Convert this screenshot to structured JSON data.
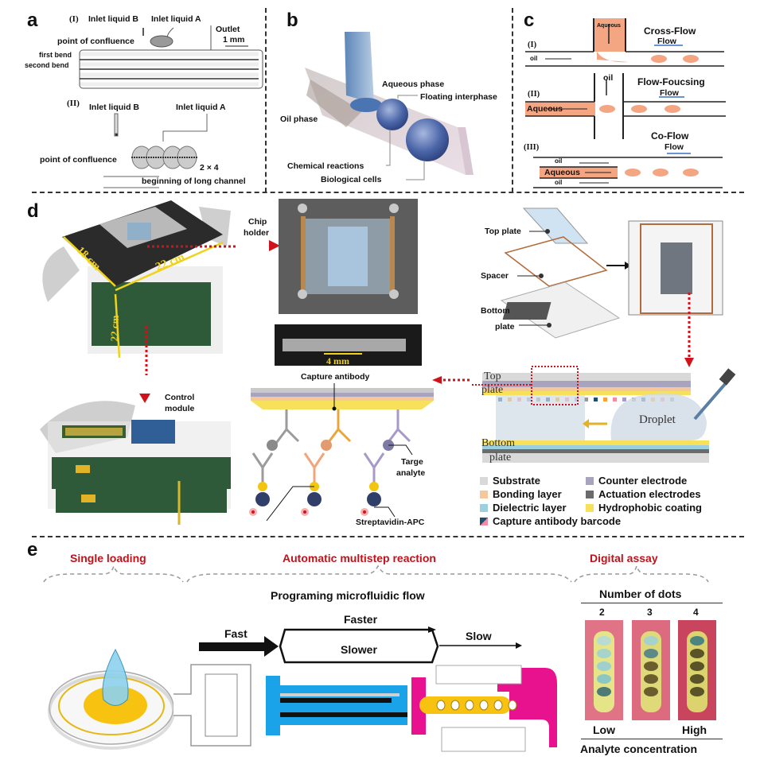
{
  "figure": {
    "panels": {
      "a": {
        "letter": "a",
        "part1": {
          "numeral": "(I)",
          "inlet_b": "Inlet liquid B",
          "inlet_a": "Inlet liquid A",
          "outlet": "Outlet",
          "scale": "1 mm",
          "confluence": "point of confluence",
          "first_bend": "first bend",
          "second_bend": "second bend"
        },
        "part2": {
          "numeral": "(II)",
          "inlet_b": "Inlet liquid B",
          "inlet_a": "Inlet liquid A",
          "confluence": "point of confluence",
          "grid": "2 × 4",
          "channel": "beginning of long channel"
        }
      },
      "b": {
        "letter": "b",
        "aqueous": "Aqueous phase",
        "interphase": "Floating interphase",
        "oil": "Oil phase",
        "chemical": "Chemical reactions",
        "cells": "Biological cells"
      },
      "c": {
        "letter": "c",
        "rows": [
          {
            "numeral": "(I)",
            "title": "Cross-Flow",
            "flow": "Flow",
            "inlet": "Aqueous",
            "carrier": "oil"
          },
          {
            "numeral": "(II)",
            "title": "Flow-Foucsing",
            "flow": "Flow",
            "inlet": "oil",
            "carrier": "Aqueous"
          },
          {
            "numeral": "(III)",
            "title": "Co-Flow",
            "flow": "Flow",
            "carrier_top": "oil",
            "inner": "Aqueous",
            "carrier_bottom": "oil"
          }
        ],
        "colors": {
          "aqueous": "#f4a582",
          "flow_arrow": "#3a6fc4"
        }
      },
      "d": {
        "letter": "d",
        "dims": {
          "width": "22 cm",
          "depth": "18 cm",
          "height": "22 cm"
        },
        "chip_holder": "Chip holder",
        "chip_holder_l1": "Chip",
        "chip_holder_l2": "holder",
        "scale": "4 mm",
        "control_l1": "Control",
        "control_l2": "module",
        "exploded": {
          "top": "Top plate",
          "spacer": "Spacer",
          "bottom_l1": "Bottom",
          "bottom_l2": "plate"
        },
        "capture": "Capture antibody",
        "target_l1": "Targe",
        "target_l2": "analyte",
        "strep": "Streptavidin-APC",
        "cross": {
          "top_l1": "Top",
          "top_l2": "plate",
          "bottom_l1": "Bottom",
          "bottom_l2": "plate",
          "droplet": "Droplet"
        },
        "legend": [
          {
            "label": "Substrate",
            "color": "#d9d9d9"
          },
          {
            "label": "Counter electrode",
            "color": "#a9a4bd"
          },
          {
            "label": "Bonding layer",
            "color": "#f6c79b"
          },
          {
            "label": "Actuation electrodes",
            "color": "#6b6b6b"
          },
          {
            "label": "Dielectric layer",
            "color": "#9ccfe0"
          },
          {
            "label": "Hydrophobic coating",
            "color": "#f7e05a"
          },
          {
            "label": "Capture antibody barcode",
            "color": "#1d4e6e"
          }
        ],
        "arrow_color": "#d0131b"
      },
      "e": {
        "letter": "e",
        "stages": [
          "Single loading",
          "Automatic multistep reaction",
          "Digital assay"
        ],
        "flow_title": "Programing microfluidic flow",
        "fast": "Fast",
        "faster": "Faster",
        "slower": "Slower",
        "slow": "Slow",
        "dots_title": "Number of dots",
        "dot_counts": [
          "2",
          "3",
          "4"
        ],
        "low": "Low",
        "high": "High",
        "concentration": "Analyte concentration"
      }
    }
  }
}
